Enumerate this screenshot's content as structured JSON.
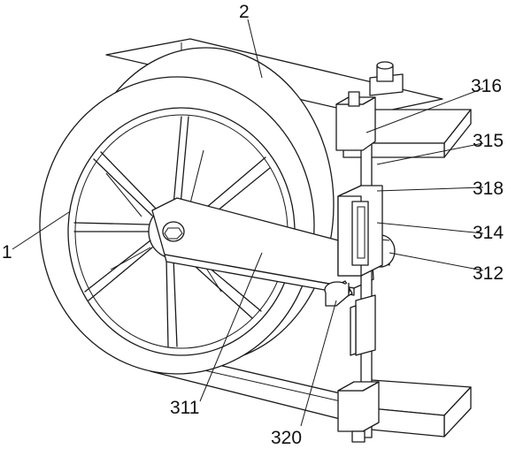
{
  "labels": {
    "l1": "1",
    "l2": "2",
    "l316": "316",
    "l315": "315",
    "l318": "318",
    "l314": "314",
    "l312": "312",
    "l311": "311",
    "l320": "320"
  }
}
